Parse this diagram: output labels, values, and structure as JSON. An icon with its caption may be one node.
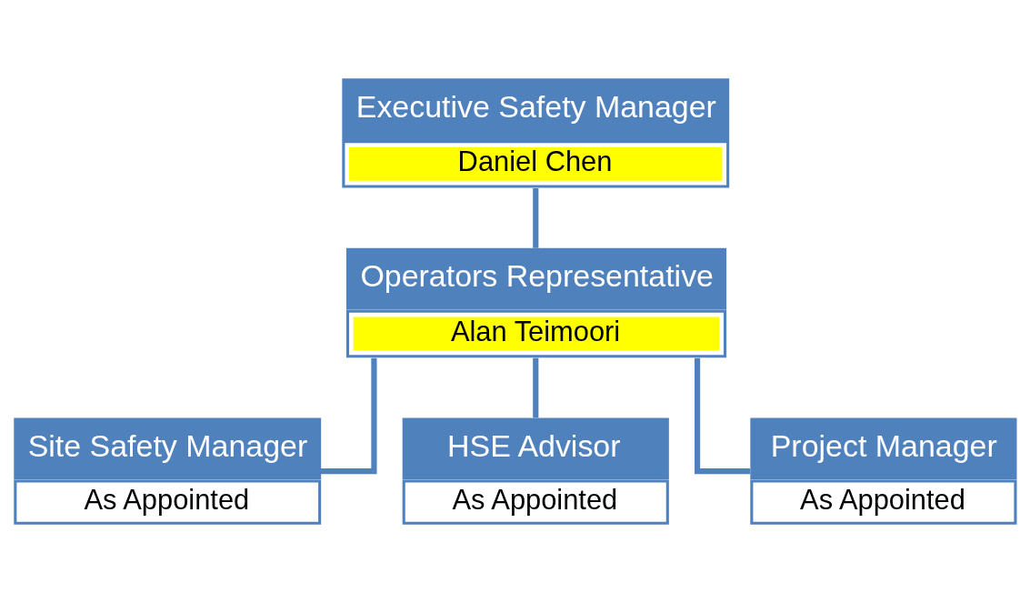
{
  "diagram": {
    "nodes": [
      {
        "text": [
          "Executive Safety Manager",
          "Daniel Chen"
        ]
      },
      {
        "text": [
          "Operators Representative",
          "Alan Teimoori"
        ]
      },
      {
        "text": [
          "Site Safety Manager",
          "As Appointed"
        ]
      },
      {
        "text": [
          "HSE Advisor",
          "As Appointed"
        ]
      },
      {
        "text": [
          "Project Manager",
          "As Appointed"
        ]
      }
    ],
    "edges": [
      {
        "from": 0,
        "to": 1,
        "arrow": "none"
      },
      {
        "from": 1,
        "to": 2,
        "arrow": "none"
      },
      {
        "from": 1,
        "to": 3,
        "arrow": "none"
      },
      {
        "from": 1,
        "to": 4,
        "arrow": "none"
      }
    ]
  }
}
